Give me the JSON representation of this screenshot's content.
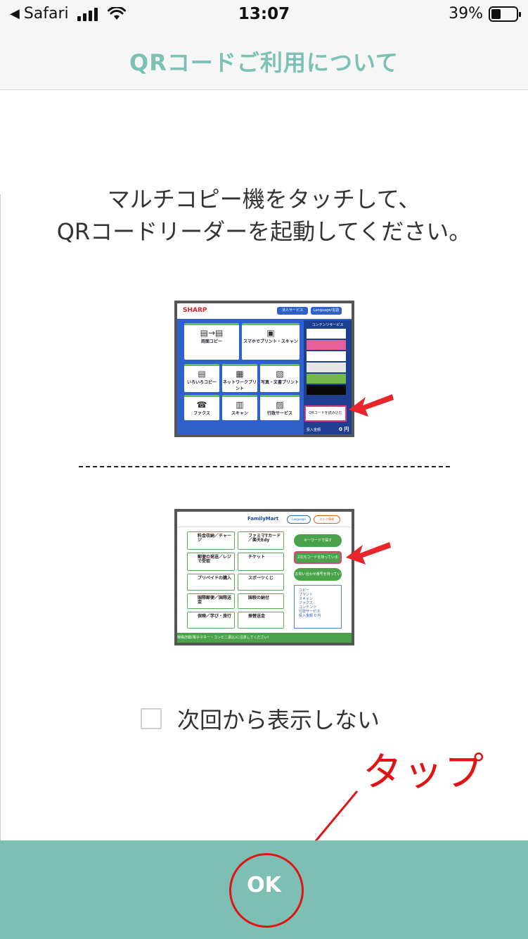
{
  "status_bar": {
    "back_app": "Safari",
    "time": "13:07",
    "battery": "39%",
    "battery_level": 0.39
  },
  "header": {
    "title": "QRコードご利用について"
  },
  "instruction": {
    "line1": "マルチコピー機をタッチして、",
    "line2": "QRコードリーダーを起動してください。"
  },
  "sharp_screen": {
    "brand": "SHARP",
    "header_pills": [
      "法人サービス",
      "Language/言語"
    ],
    "side_title": "コンテンツサービス",
    "tiles": [
      {
        "title": "両面コピー",
        "icon": "▤→▤"
      },
      {
        "title": "スマホでプリント・スキャン",
        "icon": "▣"
      },
      {
        "title": "いろいろコピー",
        "icon": "▤"
      },
      {
        "title": "ネットワークプリント",
        "icon": "▦"
      },
      {
        "title": "写真・文書プリント",
        "icon": "▧"
      },
      {
        "title": "ファクス",
        "icon": "☎"
      },
      {
        "title": "スキャン",
        "icon": "▥"
      },
      {
        "title": "行政サービス",
        "icon": "▨"
      }
    ],
    "qr_button": "QRコードを読み込む",
    "fee_label": "投入金額",
    "fee_value": "0 円",
    "swatch_colors": [
      "#ffffff",
      "#e8609a",
      "#ffffff",
      "#e6e6e6",
      "#74b84a",
      "#0a0a0a"
    ]
  },
  "famima_screen": {
    "brand": "FamilyMart",
    "pills": [
      "Language",
      "おトク情報"
    ],
    "tiles": [
      {
        "title": "料金収納／チャージ"
      },
      {
        "title": "ファミマTカード／楽天Edy"
      },
      {
        "title": "郵便の発送／レジで受取"
      },
      {
        "title": "チケット"
      },
      {
        "title": "プリペイドの購入"
      },
      {
        "title": "スポーツくじ"
      },
      {
        "title": "国際郵便／国際送金"
      },
      {
        "title": "国税の納付"
      },
      {
        "title": "保険／学び・旅行"
      },
      {
        "title": "振替送金"
      }
    ],
    "buttons": [
      "キーワードで探す",
      "2次元コードを持っている",
      "お問い合わせ番号を持っている"
    ],
    "box_lines": [
      "コピー",
      "プリント",
      "スキャン",
      "ファクス",
      "コンテンツ",
      "行政サービス"
    ],
    "fee_label": "投入金額",
    "fee_value": "0 円",
    "ticker": "特殊詐欺(電子マネー・コンビニ振込)に注意してください!"
  },
  "checkbox": {
    "label": "次回から表示しない",
    "checked": false
  },
  "annotation": {
    "text": "タップ"
  },
  "footer": {
    "ok_label": "OK"
  },
  "colors": {
    "accent": "#7cc1b4",
    "ok_bar": "#7dbfb3",
    "annotation": "#e01414"
  }
}
